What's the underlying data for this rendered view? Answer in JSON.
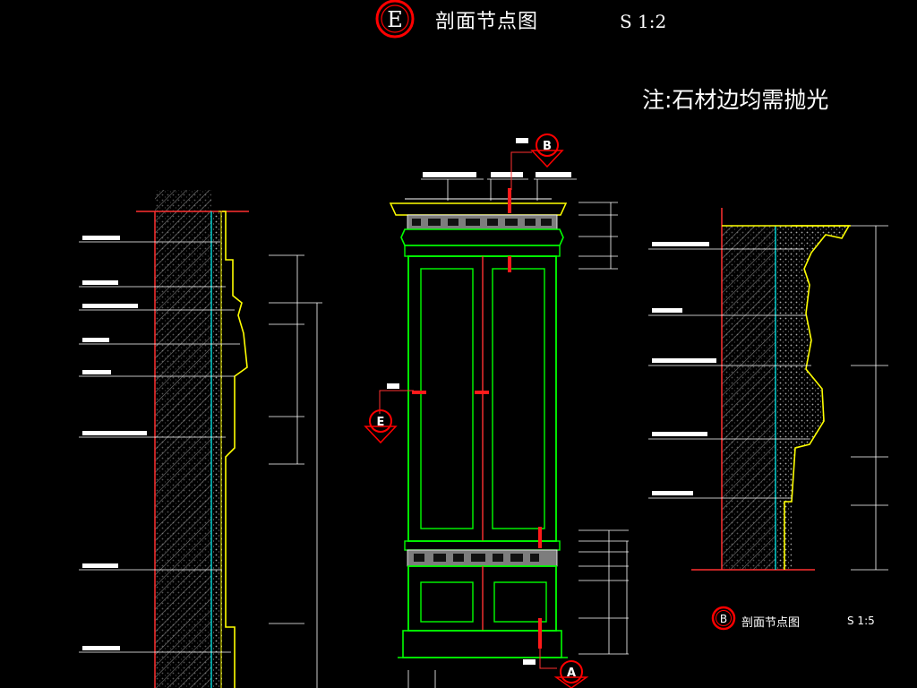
{
  "title": {
    "marker_letter": "E",
    "text": "剖面节点图",
    "scale": "S 1:2"
  },
  "note": "注:石材边均需抛光",
  "detail_b": {
    "marker_letter": "B",
    "text": "剖面节点图",
    "scale": "S 1:5"
  },
  "callouts": {
    "top_marker": "B",
    "side_marker": "E",
    "bottom_marker": "A"
  },
  "colors": {
    "background": "#000000",
    "marker_red": "#ff0000",
    "outline_green": "#00ff00",
    "stone_yellow": "#ffff00",
    "hatch_gray": "#9a9a9a",
    "line_cyan": "#00ffff",
    "dim_white": "#ffffff"
  }
}
